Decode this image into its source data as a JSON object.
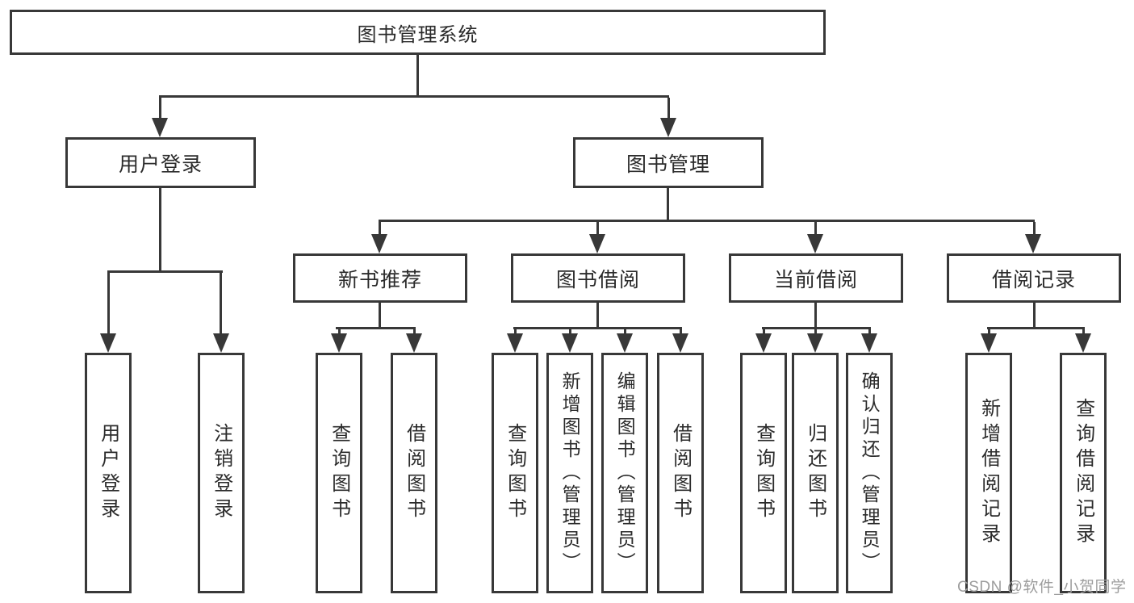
{
  "tree": {
    "label": "图书管理系统",
    "children": [
      {
        "label": "用户登录",
        "children": [
          {
            "label": "用户登录"
          },
          {
            "label": "注销登录"
          }
        ]
      },
      {
        "label": "图书管理",
        "children": [
          {
            "label": "新书推荐",
            "children": [
              {
                "label": "查询图书"
              },
              {
                "label": "借阅图书"
              }
            ]
          },
          {
            "label": "图书借阅",
            "children": [
              {
                "label": "查询图书"
              },
              {
                "label": "新增图书（管理员）"
              },
              {
                "label": "编辑图书（管理员）"
              },
              {
                "label": "借阅图书"
              }
            ]
          },
          {
            "label": "当前借阅",
            "children": [
              {
                "label": "查询图书"
              },
              {
                "label": "归还图书"
              },
              {
                "label": "确认归还（管理员）"
              }
            ]
          },
          {
            "label": "借阅记录",
            "children": [
              {
                "label": "新增借阅记录"
              },
              {
                "label": "查询借阅记录"
              }
            ]
          }
        ]
      }
    ]
  },
  "watermark": {
    "text": "CSDN @软件_小贺同学",
    "color": "#9d9d9d"
  },
  "colors": {
    "line": "#383838",
    "text": "#2b2b2b",
    "background": "#ffffff"
  }
}
